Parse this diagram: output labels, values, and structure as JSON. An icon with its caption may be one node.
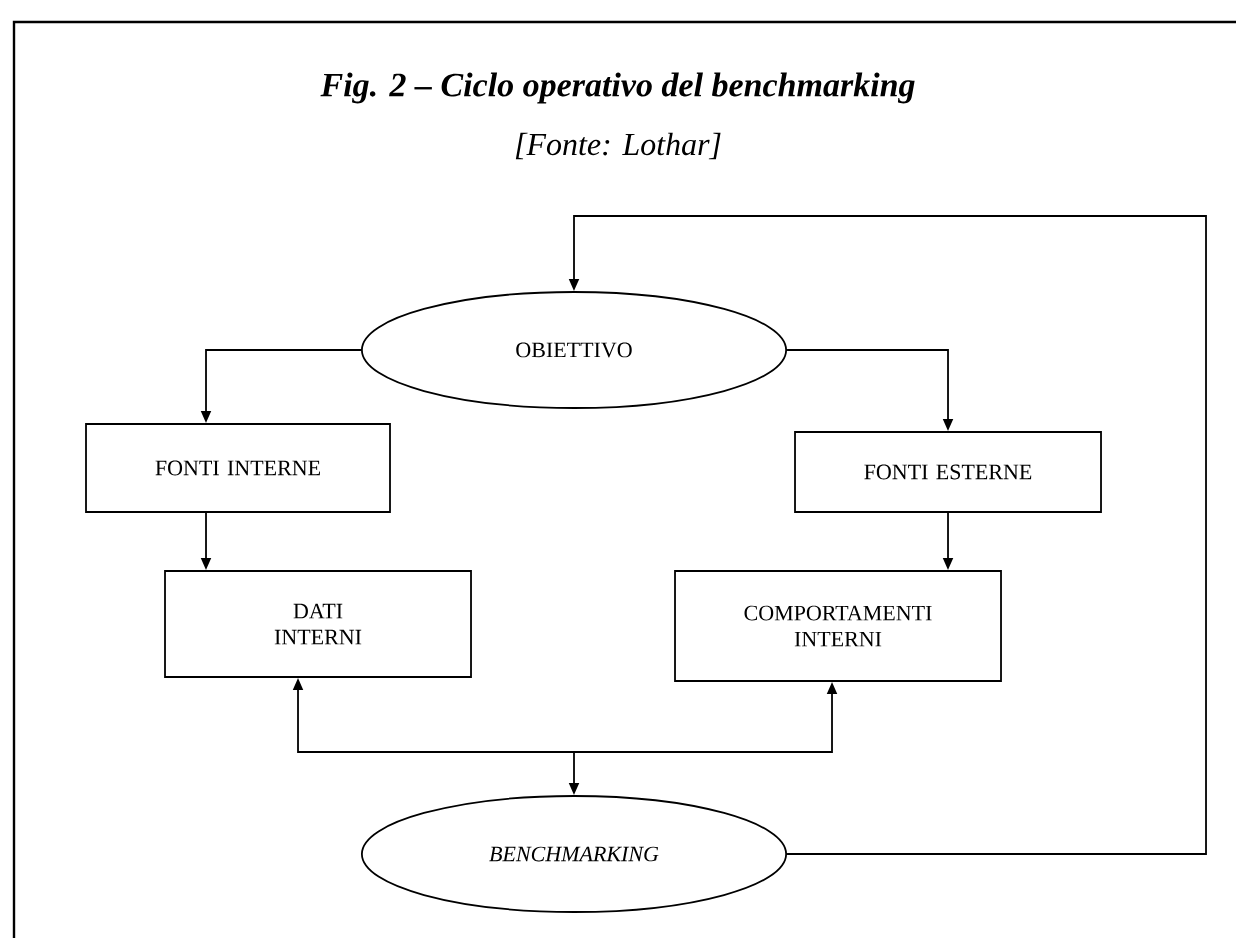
{
  "diagram": {
    "title": "Fig. 2 – Ciclo operativo del benchmarking",
    "caption": "[Fonte: Lothar]",
    "nodes": [
      {
        "text": [
          "OBIETTIVO"
        ]
      },
      {
        "text": [
          "FONTI INTERNE"
        ]
      },
      {
        "text": [
          "FONTI ESTERNE"
        ]
      },
      {
        "text": [
          "DATI INTERNI"
        ]
      },
      {
        "text": [
          "COMPORTAMENTI INTERNI"
        ]
      },
      {
        "text": [
          "BENCHMARKING"
        ]
      }
    ],
    "edges": [
      {
        "from": 0,
        "to": 1,
        "arrow": "to"
      },
      {
        "from": 0,
        "to": 2,
        "arrow": "to"
      },
      {
        "from": 1,
        "to": 3,
        "arrow": "to"
      },
      {
        "from": 2,
        "to": 4,
        "arrow": "to"
      },
      {
        "from": 3,
        "to": 5,
        "arrow": "both"
      },
      {
        "from": 4,
        "to": 5,
        "arrow": "both"
      },
      {
        "from": 5,
        "to": 0,
        "arrow": "to"
      }
    ]
  }
}
